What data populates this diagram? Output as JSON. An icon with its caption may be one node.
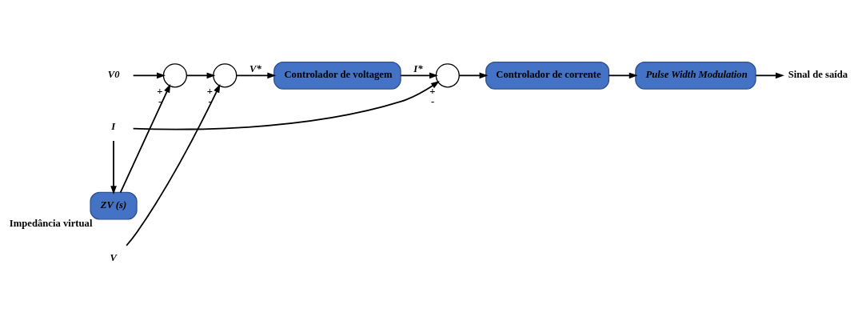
{
  "diagram": {
    "nodes": [
      {
        "text": [
          "V0"
        ]
      },
      {
        "text": [],
        "shape": "circle",
        "beside": [
          "+",
          "-"
        ]
      },
      {
        "text": [],
        "shape": "circle",
        "beside": [
          "+",
          "-"
        ]
      },
      {
        "text": [
          "V"
        ]
      },
      {
        "text": [
          "Controlador de voltagem"
        ]
      },
      {
        "text": [],
        "shape": "circle",
        "beside": [
          "+",
          "-"
        ]
      },
      {
        "text": [
          "Controlador de corrente"
        ]
      },
      {
        "text": [
          "Pulse Width Modulation"
        ]
      },
      {
        "text": [
          "Sinal de saída"
        ]
      },
      {
        "text": [
          "I"
        ]
      },
      {
        "text": [
          "ZV (s)"
        ],
        "beside": [
          "Impedância virtual"
        ]
      }
    ],
    "edges": [
      {
        "from": 0,
        "to": 1,
        "arrow": "to"
      },
      {
        "from": 1,
        "to": 2,
        "arrow": "to"
      },
      {
        "from": 3,
        "to": 2,
        "arrow": "to"
      },
      {
        "from": 2,
        "to": 4,
        "arrow": "to",
        "label": "V*"
      },
      {
        "from": 4,
        "to": 5,
        "arrow": "to",
        "label": "I*"
      },
      {
        "from": 5,
        "to": 6,
        "arrow": "to"
      },
      {
        "from": 6,
        "to": 7,
        "arrow": "to"
      },
      {
        "from": 7,
        "to": 8,
        "arrow": "to"
      },
      {
        "from": 9,
        "to": 5,
        "arrow": "to"
      },
      {
        "from": 9,
        "to": 10,
        "arrow": "to"
      },
      {
        "from": 10,
        "to": 1,
        "arrow": "to"
      }
    ]
  }
}
